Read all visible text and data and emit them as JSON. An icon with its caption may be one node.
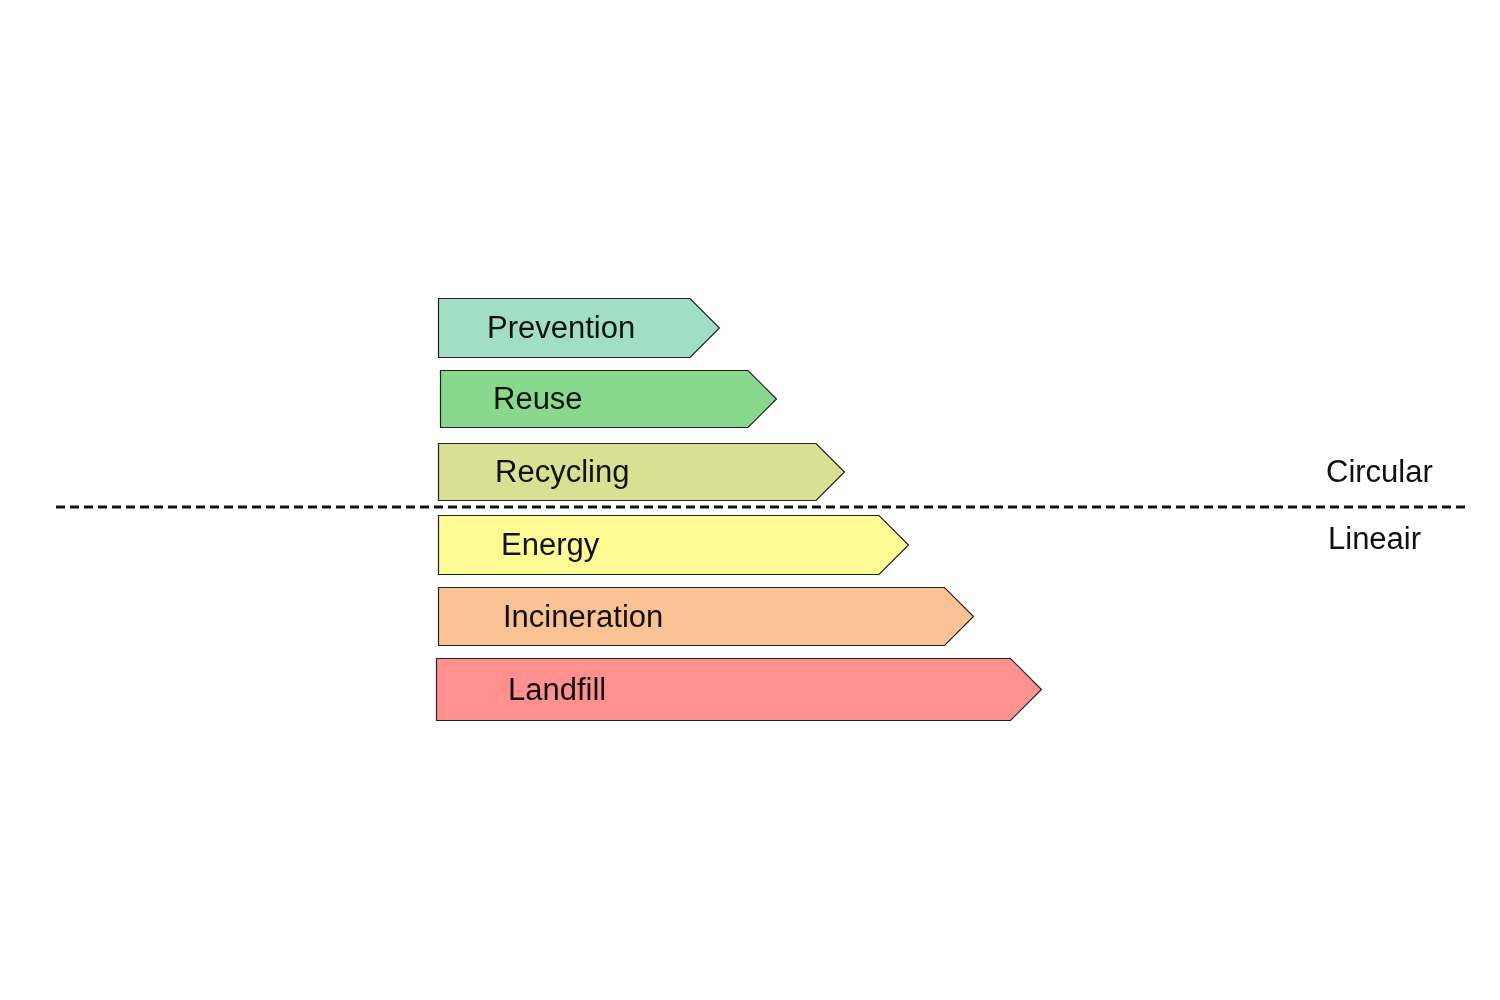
{
  "diagram": {
    "nodes": [
      {
        "text": [
          "Prevention"
        ]
      },
      {
        "text": [
          "Reuse"
        ]
      },
      {
        "text": [
          "Recycling"
        ]
      },
      {
        "text": [
          "Energy"
        ]
      },
      {
        "text": [
          "Incineration"
        ]
      },
      {
        "text": [
          "Landfill"
        ]
      }
    ],
    "labels": [
      "Circular",
      "Lineair"
    ]
  }
}
